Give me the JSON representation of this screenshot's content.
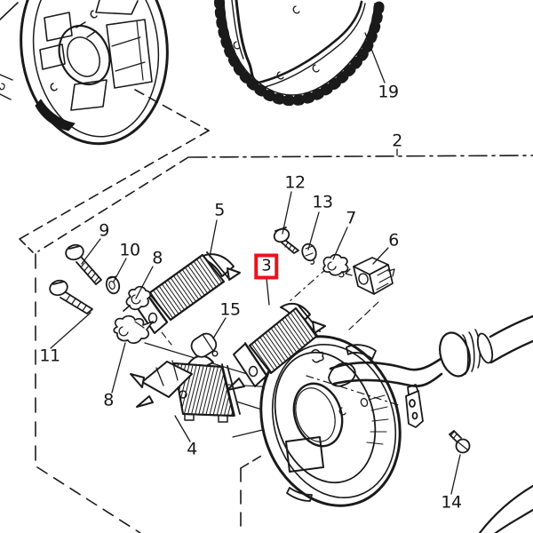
{
  "diagram": {
    "type": "exploded-parts-diagram",
    "subject": "magneto / stator and base plate assembly",
    "background_color": "#ffffff",
    "line_color": "#1a1a1a",
    "highlight": {
      "part": "3",
      "box_color": "#e8131c"
    },
    "callouts": [
      {
        "part": "19",
        "text": "19"
      },
      {
        "part": "2",
        "text": "2"
      },
      {
        "part": "12",
        "text": "12"
      },
      {
        "part": "13",
        "text": "13"
      },
      {
        "part": "7",
        "text": "7"
      },
      {
        "part": "6",
        "text": "6"
      },
      {
        "part": "5",
        "text": "5"
      },
      {
        "part": "9",
        "text": "9"
      },
      {
        "part": "10",
        "text": "10"
      },
      {
        "part": "8",
        "text": "8"
      },
      {
        "part": "3",
        "text": "3"
      },
      {
        "part": "15",
        "text": "15"
      },
      {
        "part": "11",
        "text": "11"
      },
      {
        "part": "8",
        "text": "8"
      },
      {
        "part": "4",
        "text": "4"
      },
      {
        "part": "14",
        "text": "14"
      }
    ]
  }
}
